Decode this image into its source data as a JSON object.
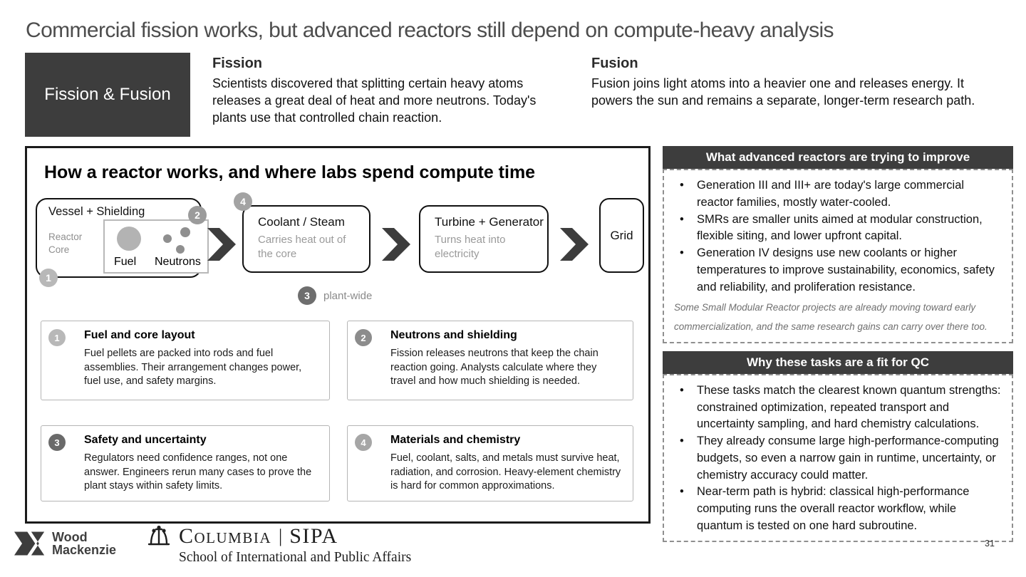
{
  "slide": {
    "title": "Commercial fission works, but advanced reactors still depend on compute-heavy analysis",
    "page_number": "31"
  },
  "intro": {
    "tag": "Fission & Fusion",
    "fission": {
      "heading": "Fission",
      "body": "Scientists discovered that splitting certain heavy atoms releases a great deal of heat and more neutrons. Today's plants use that controlled chain reaction."
    },
    "fusion": {
      "heading": "Fusion",
      "body": "Fusion joins light atoms into a heavier one and releases energy. It powers the sun and remains a separate, longer-term research path."
    }
  },
  "diagram": {
    "title": "How a reactor works, and where labs spend compute time",
    "vessel": {
      "label": "Vessel + Shielding",
      "core_label": "Reactor Core",
      "fuel_label": "Fuel",
      "neutrons_label": "Neutrons",
      "badge_top_right": "2",
      "badge_bottom_left": "1"
    },
    "coolant": {
      "badge": "4",
      "title": "Coolant / Steam",
      "subtitle": "Carries heat out of the core"
    },
    "turbine": {
      "title": "Turbine + Generator",
      "subtitle": "Turns heat into electricity"
    },
    "grid": {
      "title": "Grid"
    },
    "plantwide": {
      "badge": "3",
      "label": "plant-wide"
    },
    "cards": [
      {
        "badge": "1",
        "title": "Fuel and core layout",
        "body": "Fuel pellets are packed into rods and fuel assemblies. Their arrangement changes power, fuel use, and safety margins."
      },
      {
        "badge": "2",
        "title": "Neutrons and shielding",
        "body": "Fission releases neutrons that keep the chain reaction going. Analysts calculate where they travel and how much shielding is needed."
      },
      {
        "badge": "3",
        "title": "Safety and uncertainty",
        "body": "Regulators need confidence ranges, not one answer. Engineers rerun many cases to prove the plant stays within safety limits."
      },
      {
        "badge": "4",
        "title": "Materials and chemistry",
        "body": "Fuel, coolant, salts, and metals must survive heat, radiation, and corrosion. Heavy-element chemistry is hard for common approximations."
      }
    ]
  },
  "side_panels": [
    {
      "header": "What advanced reactors are trying to improve",
      "bullets": [
        "Generation III and III+ are today's large commercial reactor families, mostly water-cooled.",
        "SMRs are smaller units aimed at modular construction, flexible siting, and lower upfront capital.",
        "Generation IV designs use new coolants or higher temperatures to improve sustainability, economics, safety and reliability, and proliferation resistance."
      ],
      "note": "Some Small Modular Reactor projects are already moving toward early commercialization, and the same research gains can carry over there too."
    },
    {
      "header": "Why these tasks are a fit for QC",
      "bullets": [
        "These tasks match the clearest known quantum strengths: constrained optimization, repeated transport and uncertainty sampling, and hard chemistry calculations.",
        "They already consume large high-performance-computing budgets, so even a narrow gain in runtime, uncertainty, or chemistry accuracy could matter.",
        "Near-term path is hybrid: classical high-performance computing runs the overall reactor workflow, while quantum is tested on one hard subroutine."
      ]
    }
  ],
  "footer": {
    "woodmac_line1": "Wood",
    "woodmac_line2": "Mackenzie",
    "columbia_word": "Columbia",
    "columbia_divider": "|",
    "columbia_sipa": "SIPA",
    "columbia_subtitle": "School of International and Public Affairs"
  },
  "colors": {
    "accent_dark": "#3d3d3d",
    "badge_light": "#b8b8b8",
    "badge_mid": "#9b9b9b",
    "badge_dark": "#6e6e6e",
    "dashed_border": "#8f8f8f",
    "muted_text": "#8a8a8a"
  }
}
